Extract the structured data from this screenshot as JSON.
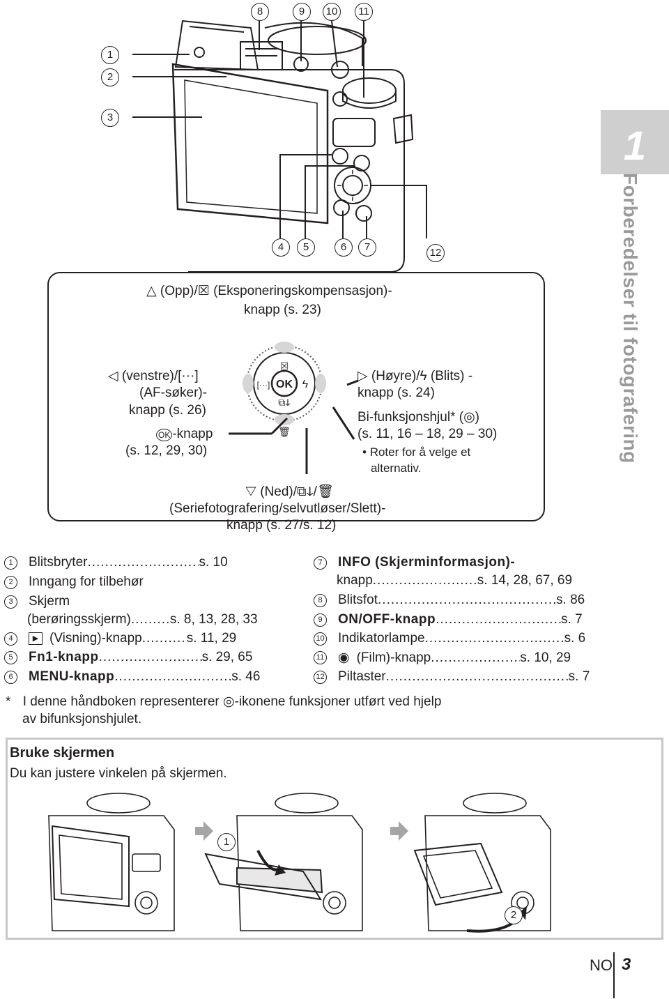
{
  "chapter": {
    "number": "1",
    "title": "Forberedelser til fotografering"
  },
  "top_callouts": {
    "c1": "1",
    "c2": "2",
    "c3": "3",
    "c4": "4",
    "c5": "5",
    "c6": "6",
    "c7": "7",
    "c8": "8",
    "c9": "9",
    "c10": "10",
    "c11": "11",
    "c12": "12"
  },
  "dial": {
    "up_line1": "(Opp)/",
    "up_line1b": "(Eksponeringskompensasjon)-",
    "up_line2": "knapp (s. 23)",
    "left_line1": "(venstre)/",
    "left_line2": "(AF-søker)-",
    "left_line3": "knapp (s. 26)",
    "ok_line1": "-knapp",
    "ok_line2": "(s. 12, 29, 30)",
    "right_line1": "(Høyre)/",
    "right_line1b": "(Blits) -",
    "right_line2": "knapp (s. 24)",
    "wheel_line1": "Bi-funksjonshjul* (",
    "wheel_line1b": ")",
    "wheel_line2": "(s. 11, 16 – 18, 29 – 30)",
    "wheel_bullet1": "Roter for å velge et",
    "wheel_bullet2": "alternativ.",
    "down_line1": "(Ned)/",
    "down_line2": "(Seriefotografering/selvutløser/Slett)-",
    "down_line3": "knapp (s. 27/s. 12)",
    "ok_symbol": "OK",
    "center_ok": "OK"
  },
  "parts_left": [
    {
      "num": "1",
      "label": "Blitsbryter",
      "page": "s. 10"
    },
    {
      "num": "2",
      "label": "Inngang for tilbehør",
      "page": ""
    },
    {
      "num": "3",
      "label": "Skjerm",
      "page": ""
    },
    {
      "num": "",
      "label": "(berøringsskjerm)",
      "page": "s. 8, 13, 28, 33"
    },
    {
      "num": "4",
      "label": "(Visning)-knapp",
      "page": "s. 11, 29"
    },
    {
      "num": "5",
      "label": "Fn1-knapp",
      "page": "s. 29, 65"
    },
    {
      "num": "6",
      "label": "MENU-knapp",
      "page": "s. 46"
    }
  ],
  "parts_right": [
    {
      "num": "7",
      "label": "INFO (Skjerminformasjon)-",
      "page": ""
    },
    {
      "num": "",
      "label": "knapp",
      "page": "s. 14, 28, 67, 69"
    },
    {
      "num": "8",
      "label": "Blitsfot",
      "page": "s. 86"
    },
    {
      "num": "9",
      "label": "ON/OFF-knapp",
      "page": "s. 7"
    },
    {
      "num": "10",
      "label": "Indikatorlampe",
      "page": "s. 6"
    },
    {
      "num": "11",
      "label": "(Film)-knapp",
      "page": "s. 10, 29"
    },
    {
      "num": "12",
      "label": "Piltaster",
      "page": "s. 7"
    }
  ],
  "footnote": {
    "star": "*",
    "line1a": "I denne håndboken representerer",
    "line1b": "-ikonene funksjoner utført ved hjelp",
    "line2": "av bifunksjonshjulet."
  },
  "use_monitor": {
    "title": "Bruke skjermen",
    "text": "Du kan justere vinkelen på skjermen.",
    "step1": "1",
    "step2": "2"
  },
  "footer": {
    "lang": "NO",
    "page": "3"
  }
}
